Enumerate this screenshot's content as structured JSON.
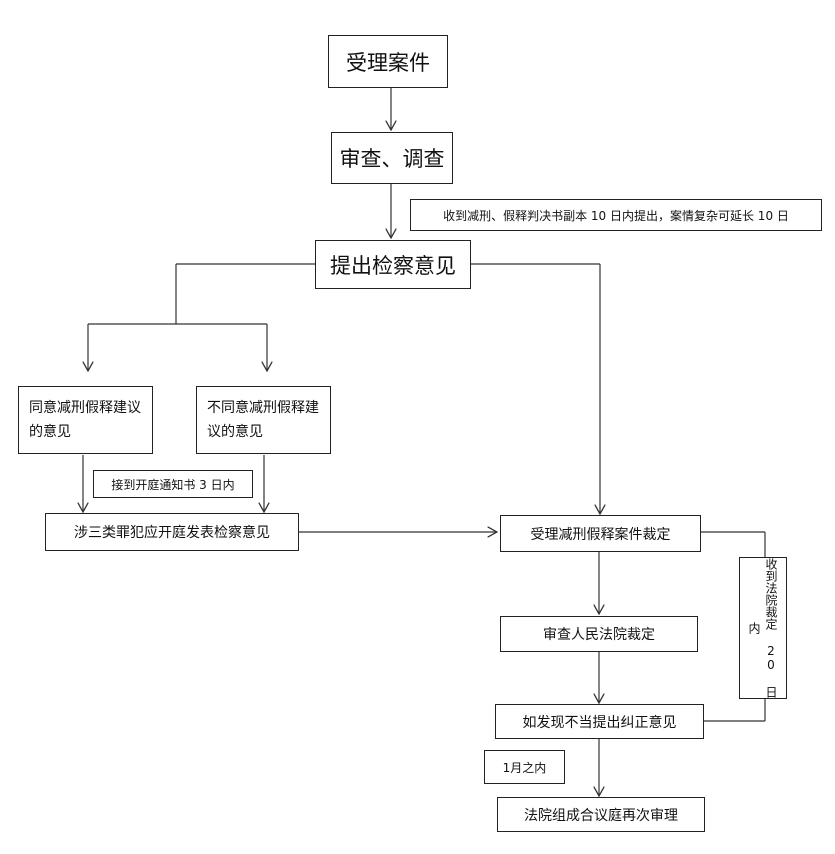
{
  "nodes": {
    "accept_case": "受理案件",
    "review_investigate": "审查、调查",
    "time_note_1": "收到减刑、假释判决书副本 10 日内提出，案情复杂可延长 10 日",
    "submit_opinion": "提出检察意见",
    "agree_opinion": "同意减刑假释建议的意见",
    "disagree_opinion": "不同意减刑假释建议的意见",
    "time_note_2": "接到开庭通知书 3 日内",
    "three_crimes": "涉三类罪犯应开庭发表检察意见",
    "accept_ruling": "受理减刑假释案件裁定",
    "time_note_3": "收到法院裁定 20 日内",
    "review_ruling": "审查人民法院裁定",
    "correction": "如发现不当提出纠正意见",
    "time_note_4": "1月之内",
    "retrial": "法院组成合议庭再次审理"
  }
}
